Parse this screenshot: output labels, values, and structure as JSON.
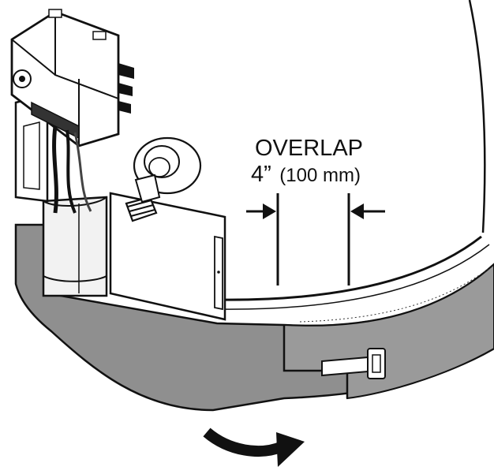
{
  "diagram": {
    "label_line1": "OVERLAP",
    "label_line2_primary": "4”",
    "label_line2_secondary": "(100 mm)"
  },
  "icons": {
    "control": "gas-control-valve-icon",
    "knob": "control-knob-icon",
    "connector": "connector-plug-icon",
    "fastener": "tie-fastener-icon",
    "direction": "curved-arrow-icon"
  },
  "colors": {
    "stroke": "#111111",
    "blanket": "#8f8f8f",
    "overlap_band": "#9a9a9a",
    "paper": "#ffffff",
    "light_fill": "#f2f2f2"
  }
}
